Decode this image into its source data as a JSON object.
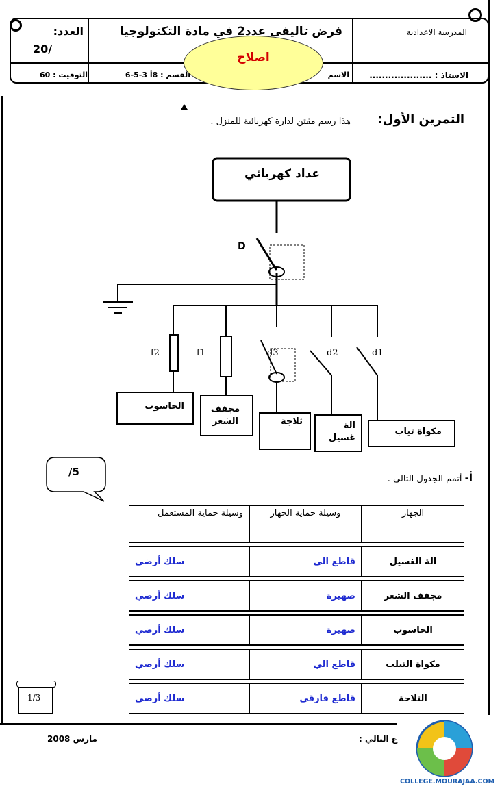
{
  "header": {
    "school": "المدرسة الاعدادية",
    "title": "فرض تاليفي عدد2 في مادة التكنولوجيا",
    "grade_label": "العدد:",
    "grade_total": "20/",
    "name_label": "الاسم",
    "teacher_label": "الاستاذ : ....................",
    "class_label": "القسم : 8أ 3-5-6",
    "time_label": "التوقيت : 60",
    "correction": "اصلاح"
  },
  "exercise": {
    "title": "التمرين الأول:",
    "intro": "هذا رسم مقتن لدارة كهربائية  للمنزل ."
  },
  "diagram": {
    "meter": "عداد كهربائي",
    "switch": "D",
    "fuse_labels": [
      "f2",
      "f1"
    ],
    "breaker_labels": [
      "d3",
      "d2",
      "d1"
    ],
    "devices": [
      "الحاسوب",
      "مجفف الشعر",
      "ثلاجة",
      "الة غسيل",
      "مكواة ثياب"
    ]
  },
  "question": {
    "prefix": "أ-",
    "text": "أتمم الجدول التالي ."
  },
  "score_bubble": "/5",
  "table": {
    "headers": [
      "الجهاز",
      "وسيلة حماية الجهاز",
      "وسيلة حماية المستعمل"
    ],
    "rows": [
      [
        "الة الغسيل",
        "قاطع الي",
        "سلك أرضي"
      ],
      [
        "مجفف الشعر",
        "صهيرة",
        "سلك أرضي"
      ],
      [
        "الحاسوب",
        "صهيرة",
        "سلك أرضي"
      ],
      [
        "مكواة الثيلب",
        "قاطع الي",
        "سلك أرضي"
      ],
      [
        "الثلاجة",
        "قاطع  فارقي",
        "سلك أرضي"
      ]
    ]
  },
  "page_number": "1/3",
  "footer": {
    "date": "مارس 2008",
    "next": "ع التالي :",
    "site": "COLLEGE.MOURAJAA.COM"
  },
  "colors": {
    "answer_blue": "#1f2bd1",
    "correction_red": "#d40000",
    "oval_fill": "#ffff99"
  }
}
